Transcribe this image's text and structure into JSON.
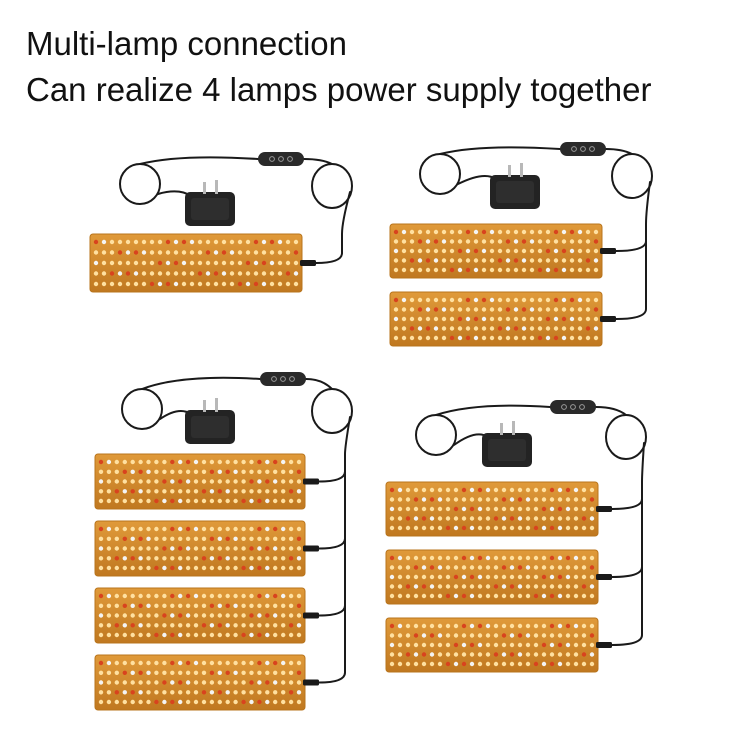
{
  "headline": {
    "line1": "Multi-lamp connection",
    "line2": "Can realize 4 lamps power supply together"
  },
  "colors": {
    "panel_base": "#d08a2a",
    "panel_edge": "#b8741c",
    "led_warm": "#ffe0a0",
    "led_white": "#f4f4f4",
    "led_red": "#d8431e",
    "cable": "#1a1a1a",
    "adapter": "#232323",
    "controller": "#2a2a2a"
  },
  "setups": [
    {
      "name": "setup-1-lamp",
      "panels": 1
    },
    {
      "name": "setup-2-lamps",
      "panels": 2
    },
    {
      "name": "setup-4-lamps",
      "panels": 4
    },
    {
      "name": "setup-3-lamps",
      "panels": 3
    }
  ]
}
